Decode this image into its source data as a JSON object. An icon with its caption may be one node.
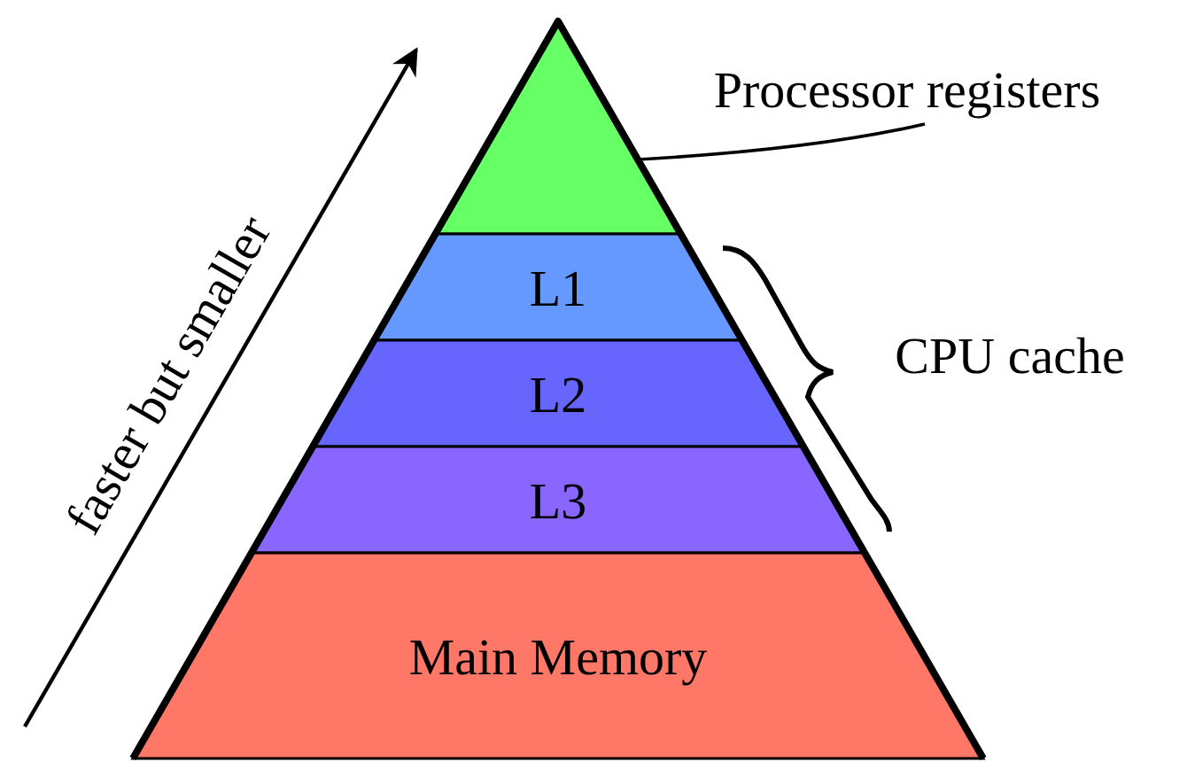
{
  "diagram": {
    "nodes": [
      {
        "text": [
          "Processor registers"
        ]
      },
      {
        "text": [],
        "shape": "triangle"
      },
      {
        "text": [
          "L1"
        ]
      },
      {
        "text": [
          "L2"
        ]
      },
      {
        "text": [
          "L3"
        ]
      },
      {
        "text": [
          "Main Memory"
        ]
      }
    ],
    "edges": [
      {
        "from": 0,
        "to": 1,
        "arrow": "none"
      }
    ],
    "labels": [
      "CPU cache",
      "faster but smaller"
    ]
  }
}
